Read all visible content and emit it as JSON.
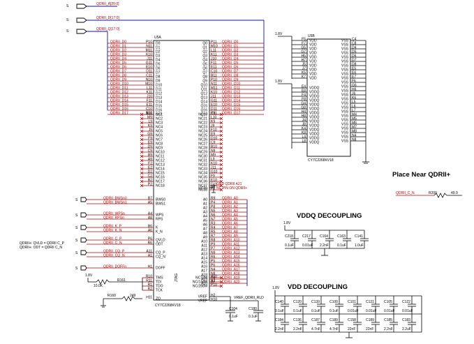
{
  "buses": {
    "a": "QDRII_A[20:0]",
    "d": "QDRII_D[17:0]",
    "q": "QDRII_Q[17:0]",
    "s": "S"
  },
  "u5a": {
    "ref": "U5A",
    "part": "CY7C2268KV18",
    "d_pins": [
      "P10",
      "N11",
      "M11",
      "K10",
      "J11",
      "G11",
      "E10",
      "D11",
      "C11",
      "N10",
      "M10",
      "L11",
      "K11",
      "J10",
      "F11",
      "E11",
      "C10",
      "B11"
    ],
    "d_names": [
      "D0",
      "D1",
      "D2",
      "D3",
      "D4",
      "D5",
      "D6",
      "D7",
      "D8",
      "D9",
      "D10",
      "D11",
      "D12",
      "D13",
      "D14",
      "D15",
      "D16",
      "D17"
    ],
    "d_nets": [
      "QDRII_D0",
      "QDRII_D1",
      "QDRII_D2",
      "QDRII_D3",
      "QDRII_D4",
      "QDRII_D5",
      "QDRII_D6",
      "QDRII_D7",
      "QDRII_D8",
      "QDRII_D9",
      "QDRII_D10",
      "QDRII_D11",
      "QDRII_D12",
      "QDRII_D13",
      "QDRII_D14",
      "QDRII_D15",
      "QDRII_D16",
      "QDRII_D17"
    ],
    "q_pins": [
      "P11",
      "M10",
      "L11",
      "K11",
      "J10",
      "F11",
      "E11",
      "C10",
      "B11",
      "P10",
      "N11",
      "M11",
      "K10",
      "J11",
      "G11",
      "E10",
      "D11",
      "C11"
    ],
    "q_names": [
      "Q0",
      "Q1",
      "Q2",
      "Q3",
      "Q4",
      "Q5",
      "Q6",
      "Q7",
      "Q8",
      "Q9",
      "Q10",
      "Q11",
      "Q12",
      "Q13",
      "Q14",
      "Q15",
      "Q16",
      "Q17"
    ],
    "q_nets": [
      "QDRII_Q0",
      "QDRII_Q1",
      "QDRII_Q2",
      "QDRII_Q3",
      "QDRII_Q4",
      "QDRII_Q5",
      "QDRII_Q6",
      "QDRII_Q7",
      "QDRII_Q8",
      "QDRII_Q9",
      "QDRII_Q10",
      "QDRII_Q11",
      "QDRII_Q12",
      "QDRII_Q13",
      "QDRII_Q14",
      "QDRII_Q15",
      "QDRII_Q16",
      "QDRII_Q17"
    ],
    "ncl_pins": [
      "N10",
      "M9",
      "L9",
      "K9",
      "J9",
      "G9",
      "F9",
      "E9",
      "D9",
      "C9",
      "B9",
      "A9",
      "F2",
      "E2",
      "D2",
      "C2",
      "B2",
      "P2"
    ],
    "ncl_names": [
      "NC1",
      "NC2",
      "NC3",
      "NC4",
      "NC5",
      "NC6",
      "NC7",
      "NC8",
      "NC9",
      "NC10",
      "NC11",
      "NC12",
      "NC13",
      "NC14",
      "NC15",
      "NC16",
      "NC17",
      "NC18"
    ],
    "ncr_pins": [
      "P9",
      "L10",
      "K9",
      "J9",
      "F10",
      "E9",
      "D10",
      "C9",
      "B10",
      "N9",
      "M9",
      "L9",
      "K10",
      "J11",
      "G10",
      "F9",
      "E10",
      "D11",
      "P3"
    ],
    "ncr_names": [
      "NC20",
      "NC21",
      "NC22",
      "NC23",
      "NC24",
      "NC25",
      "NC26",
      "NC27",
      "NC28",
      "NC29",
      "NC30",
      "NC31",
      "NC32",
      "NC33",
      "NC34",
      "NC35",
      "NC36",
      "NC37",
      "NC38"
    ],
    "nc39": "NC39",
    "nc39_pin": "P3",
    "gnd_note": "GND QDRII A21",
    "nc_note": "NC PIN ON QDRII+",
    "a_pins": [
      "R9",
      "P4",
      "P8",
      "N5",
      "N6",
      "N7",
      "R3",
      "R4",
      "R5",
      "R7",
      "R8",
      "P9",
      "P7",
      "N9",
      "R6",
      "P5",
      "P6",
      "N4",
      "N8",
      "R9",
      "A7"
    ],
    "a_names": [
      "A0",
      "A1",
      "A2",
      "A3",
      "A4",
      "A5",
      "A6",
      "A7",
      "A8",
      "A9",
      "A10",
      "A11",
      "A12",
      "A13",
      "A14",
      "A15",
      "A16",
      "A17",
      "A18",
      "A19",
      "A20"
    ],
    "a_nets": [
      "QDRII_A0",
      "QDRII_A1",
      "QDRII_A2",
      "QDRII_A3",
      "QDRII_A4",
      "QDRII_A5",
      "QDRII_A6",
      "QDRII_A7",
      "QDRII_A8",
      "QDRII_A9",
      "QDRII_A10",
      "QDRII_A11",
      "QDRII_A12",
      "QDRII_A13",
      "QDRII_A14",
      "QDRII_A15",
      "QDRII_A16",
      "QDRII_A17",
      "QDRII_A18",
      "QDRII_A19",
      "QDRII_A20"
    ],
    "left_ctrl": [
      {
        "net": "QDRII_BWSn0",
        "pin": "B7",
        "name": "BWS0"
      },
      {
        "net": "QDRII_BWSn1",
        "pin": "A5",
        "name": "BWS1"
      },
      {
        "net": "QDRII_WPSn",
        "pin": "A4",
        "name": "WPS"
      },
      {
        "net": "QDRII_RPSn",
        "pin": "A8",
        "name": "RPS"
      },
      {
        "net": "QDRII_K_P",
        "pin": "B6",
        "name": "K"
      },
      {
        "net": "QDRII_K_N",
        "pin": "A6",
        "name": "K_N"
      },
      {
        "net": "QDRII_C_P",
        "pin": "P6",
        "name": "QVLD"
      },
      {
        "net": "QDRII_C_N",
        "pin": "R6",
        "name": "ODT"
      },
      {
        "net": "QDRII_CQ_P",
        "pin": "A11",
        "name": "CQ_P"
      },
      {
        "net": "QDRII_CQ_N",
        "pin": "A1",
        "name": "CQ_N"
      },
      {
        "net": "QDRII_DOFFn",
        "pin": "H1",
        "name": "DOFF"
      }
    ],
    "note1": "QDRII+: QVLD = QDRII C_P",
    "note2": "QDRII+: ODT = QDRII C_N",
    "jtag_pins": [
      "R10",
      "R11",
      "R1",
      "R2"
    ],
    "jtag_names": [
      "TMS",
      "TDI",
      "TDO",
      "TCK"
    ],
    "jtag_tag": "JTAG",
    "zq_pin": "H11",
    "zq": "ZQ",
    "vref_pins": [
      "H2",
      "H10"
    ],
    "vref_names": [
      "VREF",
      "VREF"
    ],
    "nc_bot_names": [
      "NC72M",
      "NC/144M",
      "NC/288M"
    ],
    "nc_bot_pins": [
      "A10",
      "A2",
      "P10"
    ],
    "r161": "R161",
    "r161_val": "10.0K",
    "r160": "R160",
    "r160_val": "249",
    "v18": "1.8V",
    "vref_net": "VREF_QDRII_RLD",
    "c104": "C104",
    "c104_val": "0.1uF",
    "c180": "C180",
    "c180_val": "0.1uF"
  },
  "u5b": {
    "ref": "U5B",
    "part": "CY7C2268KV18",
    "v18a": "1.8V",
    "v18b": "1.8V",
    "vdd_pins": [
      "F5",
      "F7",
      "G5",
      "G7",
      "H5",
      "H7",
      "J5",
      "J7",
      "K5",
      "K7"
    ],
    "vdd_names": [
      "VDD",
      "VDD",
      "VDD",
      "VDD",
      "VDD",
      "VDD",
      "VDD",
      "VDD",
      "VDD",
      "VDD"
    ],
    "vddq_pins": [
      "E4",
      "E8",
      "F4",
      "F8",
      "G4",
      "G8",
      "H4",
      "H8",
      "J4",
      "J8",
      "K4",
      "K8",
      "L4",
      "L8"
    ],
    "vddq_names": [
      "VDDQ",
      "VDDQ",
      "VDDQ",
      "VDDQ",
      "VDDQ",
      "VDDQ",
      "VDDQ",
      "VDDQ",
      "VDDQ",
      "VDDQ",
      "VDDQ",
      "VDDQ",
      "VDDQ",
      "VDDQ"
    ],
    "vss_pins": [
      "C4",
      "C8",
      "D4",
      "D5",
      "D6",
      "D7",
      "D8",
      "E5",
      "E6",
      "E7",
      "F6",
      "G6",
      "H6",
      "J6",
      "K6",
      "L5",
      "L6",
      "L7",
      "M4",
      "M5",
      "M6",
      "M7",
      "M8",
      "N4",
      "N8"
    ],
    "vss_names": [
      "VSS",
      "VSS",
      "VSS",
      "VSS",
      "VSS",
      "VSS",
      "VSS",
      "VSS",
      "VSS",
      "VSS",
      "VSS",
      "VSS",
      "VSS",
      "VSS",
      "VSS",
      "VSS",
      "VSS",
      "VSS",
      "VSS",
      "VSS",
      "VSS",
      "VSS",
      "VSS",
      "VSS",
      "VSS"
    ]
  },
  "place_near": "Place Near QDRII+",
  "rterm": {
    "net": "QDRII_C_N",
    "ref": "R200",
    "val": "49.9"
  },
  "vddq_title": "VDDQ DECOUPLING",
  "vddq_rail": "1.8V",
  "vddq_caps": [
    {
      "ref": "C218",
      "val": "0.1uF"
    },
    {
      "ref": "C217",
      "val": "0.01uF"
    },
    {
      "ref": "C164",
      "val": "2.2nF"
    },
    {
      "ref": "C163",
      "val": "0.1uF"
    },
    {
      "ref": "C141",
      "val": "1.0uF"
    }
  ],
  "vdd_title": "VDD DECOUPLING",
  "vdd_rail": "1.8V",
  "vdd_caps_top": [
    {
      "ref": "C140",
      "val": "0.1uF"
    },
    {
      "ref": "C120",
      "val": "0.1uF"
    },
    {
      "ref": "C139",
      "val": "0.1uF"
    },
    {
      "ref": "C100",
      "val": "0.1uF"
    },
    {
      "ref": "C101",
      "val": "0.01uF"
    },
    {
      "ref": "C121",
      "val": "0.01uF"
    },
    {
      "ref": "C105",
      "val": "0.01uF"
    },
    {
      "ref": "C122",
      "val": "0.01uF"
    }
  ],
  "vdd_caps_bot": [
    {
      "ref": "C184",
      "val": "2.2nF"
    },
    {
      "ref": "C136",
      "val": "2.2nF"
    },
    {
      "ref": "C187",
      "val": "4.7nF"
    },
    {
      "ref": "C189",
      "val": "4.7nF"
    },
    {
      "ref": "C158",
      "val": "22nF"
    },
    {
      "ref": "C189",
      "val": "22nF"
    },
    {
      "ref": "C185",
      "val": "2.2nF"
    },
    {
      "ref": "C183",
      "val": "2.2uF"
    }
  ]
}
